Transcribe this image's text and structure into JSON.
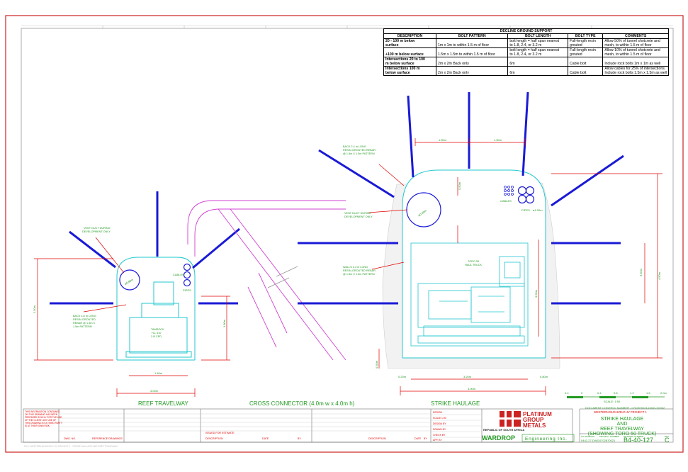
{
  "colors": {
    "border": "#cc2222",
    "bolt": "#1a1ad6",
    "cyan": "#22c7cf",
    "magenta": "#d040d0",
    "red": "#e00000",
    "green": "#229922",
    "black": "#000000"
  },
  "support_table": {
    "title": "DECLINE GROUND SUPPORT",
    "headers": [
      "DESCRIPTION",
      "BOLT PATTERN",
      "BOLT LENGTH",
      "BOLT TYPE",
      "COMMENTS"
    ],
    "rows": [
      {
        "desc": [
          "20 - 100 m below",
          "surface"
        ],
        "pattern": [
          "",
          "1m x 1m to within 1.5 m of floor"
        ],
        "length": [
          "bolt length = half span nearest",
          "to 1.8, 2.4, or 3.2 m"
        ],
        "type": [
          "Full-length resin",
          "grouted"
        ],
        "comments": [
          "Allow 50% of tunnel shotcrete and",
          "mesh, to within 1.5 m of floor"
        ]
      },
      {
        "desc": [
          "",
          "+100 m below surface"
        ],
        "pattern": [
          "",
          "1.5m x 1.5m to within 1.5 m of floor"
        ],
        "length": [
          "bolt length = half span nearest",
          "to 1.8, 2.4, or 3.2 m"
        ],
        "type": [
          "Full-length resin",
          "grouted"
        ],
        "comments": [
          "Allow 10% of tunnel shotcrete and",
          "mesh, to within 1.5 m of floor"
        ]
      },
      {
        "desc": [
          "Intersections 20 to 100",
          "m below surface"
        ],
        "pattern": [
          "",
          "2m x 2m Back only"
        ],
        "length": [
          "",
          "6m"
        ],
        "type": [
          "",
          "Cable bolt"
        ],
        "comments": [
          "",
          "Include rock bolts 1m x 1m as well"
        ]
      },
      {
        "desc": [
          "Intersections 100 m",
          "below surface"
        ],
        "pattern": [
          "",
          "2m x 2m Back only"
        ],
        "length": [
          "",
          "6m"
        ],
        "type": [
          "",
          "Cable bolt"
        ],
        "comments": [
          "Allow cables for 25% of intersections.",
          "Include rock bolts 1.5m x 1.5m as well"
        ]
      }
    ]
  },
  "labels": {
    "reef_travelway": "REEF TRAVELWAY",
    "cross_connector": "CROSS CONNECTOR (4.0m w x 4.0m h)",
    "strike_haulage": "STRIKE HAULAGE",
    "cables": "CABLES",
    "pipes": "PIPES",
    "vent_duct": [
      "VENT DUCT DURING",
      "DEVELOPMENT ONLY"
    ],
    "back_bolts_left": [
      "BACK 1.8 m LONG",
      "RESIN-GROUTED",
      "REBAR @ 1.5m X",
      "1.5m PATTERN"
    ],
    "back_bolts_right": [
      "BACK 2.4 m LONG",
      "RESIN-GROUTED REBAR",
      "@ 1.5m X 1.5m PATTERN"
    ],
    "walls_bolts": [
      "WALLS 2.4 m LONG",
      "RESIN-GROUTED REBAR",
      "@ 1.5m X 1.5m PATTERN"
    ],
    "toro": [
      "TORO 50",
      "HAUL TRUCK"
    ],
    "tamrock": [
      "TAMROCK",
      "H-L 310",
      "2-B CPD"
    ]
  },
  "dimensions": {
    "left_width": "3.00m",
    "left_inner": "1.40m",
    "left_height": "2.50m",
    "left_wall": "1.80m",
    "right_width": "4.00m",
    "right_inner": "3.20m",
    "right_height": "4.50m",
    "right_wall": "3.50m",
    "spacing": "1.50m",
    "pipe_dia": "ø1.00m",
    "duct_dia": "ø0.80m",
    "floor": "0.20m",
    "side": "0.50m",
    "side2": "0.80m"
  },
  "scale_bar": {
    "label": "SCALE: 1:50",
    "ticks": [
      "0.4",
      "0",
      "0.4",
      "0.8",
      "1.2",
      "1.6",
      "2.0m"
    ]
  },
  "title_block": {
    "confidential": [
      "THIS INFORMATION CONTAINED",
      "ON THIS DRAWING HAS BEEN",
      "PREPARED SOLELY FOR THE USE",
      "OF THE CLIENT. ANY USE OF",
      "THIS DRAWING BY A THIRD PARTY",
      "IS AT THEIR OWN RISK."
    ],
    "dwg_no": "DWG. NO.",
    "reference": "REFERENCE DRAWINGS",
    "issued": "ISSUED FOR ESTIMATE",
    "description": "DESCRIPTION",
    "date": "DATE",
    "by": "BY",
    "design": "DESIGN",
    "scale": "SCALE",
    "date_label": "DATE",
    "sign": [
      "DESIGN",
      "SCALE  1:50",
      "DESIGN BY",
      "DRAWN BY",
      "CHECK BY",
      "APP. BY"
    ],
    "client_name": [
      "PLATINUM",
      "GROUP",
      "METALS"
    ],
    "country": "REPUBLIC OF SOUTH AFRICA",
    "company": "WARDROP",
    "company_sub": "Engineering Inc.",
    "doc_control": "DOCUMENT CONTROL NUMBER - 0702870021-DWG-XX002",
    "project_title": "WESTERN BUSHVELD JV PROJECT 1",
    "drawing_title": [
      "STRIKE HAULAGE",
      "AND",
      "REEF TRAVELWAY",
      "(SHOWING TORO 50 TRUCK)"
    ],
    "drawing_number": "B4-40-127",
    "revision": "C",
    "project_number": "0702870021",
    "numbers_headers": [
      "TO DRAWING",
      "PROJECT NUMBER",
      "DRAWING NUMBER",
      "REV"
    ],
    "client_no": "0442-27-DWG"
  },
  "footer": "FILE: WESTERN BUSHVELD JV PROJECT 1 - STRIKE HAULAGE AND REEF TRAVELWAY"
}
